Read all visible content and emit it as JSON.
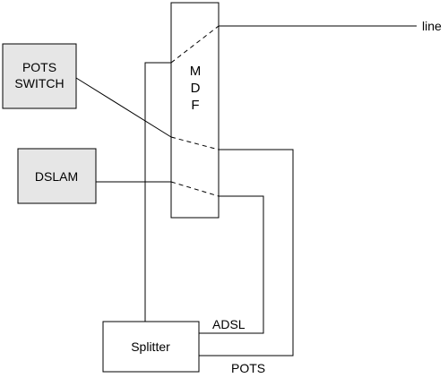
{
  "boxes": {
    "pots_switch_line1": "POTS",
    "pots_switch_line2": "SWITCH",
    "dslam": "DSLAM",
    "mdf_letters": [
      "M",
      "D",
      "F"
    ],
    "splitter": "Splitter"
  },
  "labels": {
    "line": "line",
    "adsl": "ADSL",
    "pots": "POTS"
  },
  "colors": {
    "equipment_fill": "#e6e6e6",
    "stroke": "#000000"
  }
}
